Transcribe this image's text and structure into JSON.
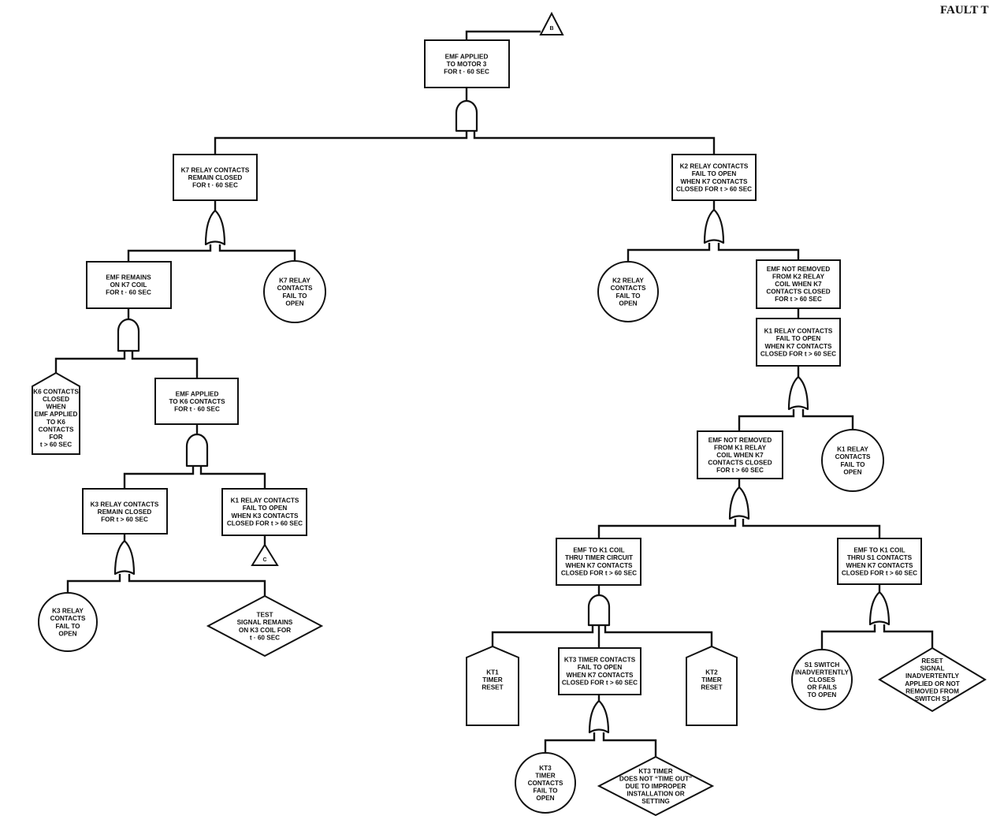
{
  "title": "FAULT T",
  "transfer_in": {
    "label": "B"
  },
  "transfer_out": {
    "label": "C"
  },
  "events": {
    "top": [
      "EMF APPLIED",
      "TO MOTOR 3",
      "FOR t · 60 SEC"
    ],
    "k7_closed": [
      "K7 RELAY CONTACTS",
      "REMAIN CLOSED",
      "FOR t · 60 SEC"
    ],
    "k2_fail": [
      "K2 RELAY CONTACTS",
      "FAIL TO OPEN",
      "WHEN K7 CONTACTS",
      "CLOSED FOR t > 60 SEC"
    ],
    "emf_k7": [
      "EMF REMAINS",
      "ON K7 COIL",
      "FOR t · 60 SEC"
    ],
    "k7_fail_open": [
      "K7 RELAY",
      "CONTACTS",
      "FAIL TO",
      "OPEN"
    ],
    "k6_closed": [
      "K6 CONTACTS",
      "CLOSED",
      "WHEN",
      "EMF APPLIED",
      "TO K6",
      "CONTACTS",
      "FOR",
      "t > 60 SEC"
    ],
    "emf_k6": [
      "EMF APPLIED",
      "TO K6 CONTACTS",
      "FOR t · 60 SEC"
    ],
    "k3_closed": [
      "K3 RELAY CONTACTS",
      "REMAIN CLOSED",
      "FOR t > 60 SEC"
    ],
    "k1_fail_k3": [
      "K1 RELAY CONTACTS",
      "FAIL TO OPEN",
      "WHEN K3 CONTACTS",
      "CLOSED FOR t > 60 SEC"
    ],
    "k3_fail_open": [
      "K3 RELAY",
      "CONTACTS",
      "FAIL TO",
      "OPEN"
    ],
    "test_signal": [
      "TEST",
      "SIGNAL REMAINS",
      "ON K3 COIL FOR",
      "t · 60 SEC"
    ],
    "k2_fail_open": [
      "K2 RELAY",
      "CONTACTS",
      "FAIL TO",
      "OPEN"
    ],
    "emf_not_removed_k2": [
      "EMF NOT REMOVED",
      "FROM K2 RELAY",
      "COIL WHEN K7",
      "CONTACTS CLOSED",
      "FOR t > 60 SEC"
    ],
    "k1_fail_k7": [
      "K1 RELAY CONTACTS",
      "FAIL TO OPEN",
      "WHEN K7 CONTACTS",
      "CLOSED FOR t > 60 SEC"
    ],
    "emf_not_removed_k1": [
      "EMF NOT REMOVED",
      "FROM K1 RELAY",
      "COIL WHEN K7",
      "CONTACTS CLOSED",
      "FOR t > 60 SEC"
    ],
    "k1_fail_open": [
      "K1 RELAY",
      "CONTACTS",
      "FAIL TO",
      "OPEN"
    ],
    "emf_timer": [
      "EMF TO K1 COIL",
      "THRU TIMER CIRCUIT",
      "WHEN K7 CONTACTS",
      "CLOSED FOR t > 60 SEC"
    ],
    "emf_s1": [
      "EMF TO K1 COIL",
      "THRU S1 CONTACTS",
      "WHEN K7 CONTACTS",
      "CLOSED FOR t > 60 SEC"
    ],
    "kt1_reset": [
      "KT1",
      "TIMER",
      "RESET"
    ],
    "kt3_fail": [
      "KT3 TIMER CONTACTS",
      "FAIL TO OPEN",
      "WHEN K7 CONTACTS",
      "CLOSED FOR t > 60 SEC"
    ],
    "kt2_reset": [
      "KT2",
      "TIMER",
      "RESET"
    ],
    "s1_switch": [
      "S1 SWITCH",
      "INADVERTENTLY",
      "CLOSES",
      "OR FAILS",
      "TO OPEN"
    ],
    "reset_signal": [
      "RESET",
      "SIGNAL",
      "INADVERTENTLY",
      "APPLIED OR NOT",
      "REMOVED FROM",
      "SWITCH S1"
    ],
    "kt3_contacts": [
      "KT3",
      "TIMER",
      "CONTACTS",
      "FAIL TO",
      "OPEN"
    ],
    "kt3_timeout": [
      "KT3 TIMER",
      "DOES NOT “TIME OUT”",
      "DUE TO IMPROPER",
      "INSTALLATION OR",
      "SETTING"
    ]
  }
}
